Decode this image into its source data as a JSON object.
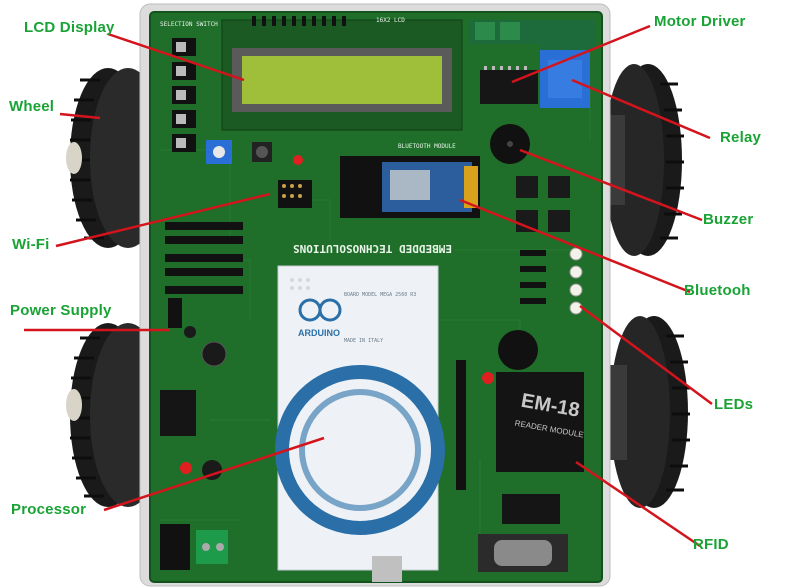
{
  "labels": {
    "lcd_display": "LCD Display",
    "wheel": "Wheel",
    "wifi": "Wi-Fi",
    "power_supply": "Power Supply",
    "processor": "Processor",
    "motor_driver": "Motor Driver",
    "relay": "Relay",
    "buzzer": "Buzzer",
    "bluetooth": "Bluetooh",
    "leds": "LEDs",
    "rfid": "RFID"
  },
  "board_text": {
    "brand": "EMBEDDED TECHNOSOLUTIONS",
    "arduino_logo": "ARDUINO",
    "arduino_model": "BOARD MODEL MEGA 2560 R3",
    "arduino_made_in": "MADE IN ITALY",
    "rfid_chip": "EM-18",
    "rfid_sub": "READER MODULE",
    "bt_module": "BLUETOOTH MODULE",
    "selection_switch": "SELECTION SWITCH",
    "lcd_part": "16X2 LCD"
  },
  "colors": {
    "label_green": "#1aa335",
    "pointer_red": "#d4141c",
    "pcb_green": "#1f6e2a",
    "pcb_dark": "#14521d",
    "lcd_screen": "#9fbf3a",
    "wheel_rubber": "#1a1a1a",
    "arduino_blue": "#2a6fa8",
    "relay_blue": "#2a6fd6"
  }
}
